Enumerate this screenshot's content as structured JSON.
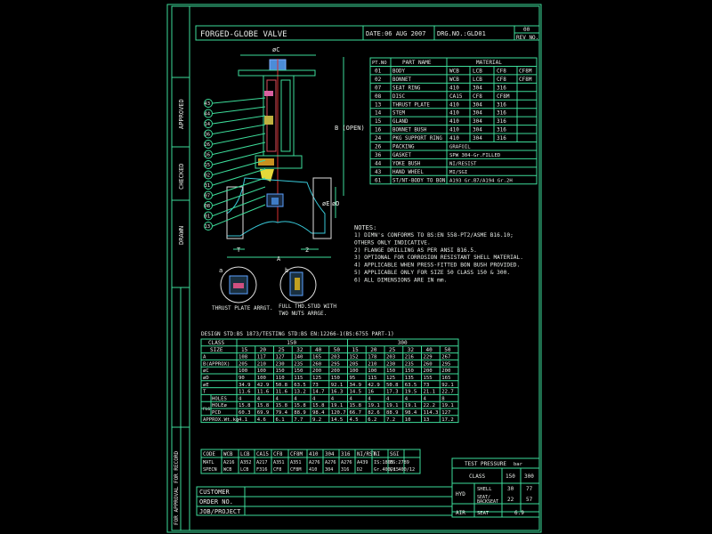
{
  "header": {
    "title": "FORGED-GLOBE VALVE",
    "date": "DATE:06 AUG 2007",
    "drg_no": "DRG.NO.:GLD01",
    "rev_label": "REV NO.",
    "rev_value": "00"
  },
  "left_strip": {
    "approved": "APPROVED",
    "checked": "CHECKED",
    "drawn": "DRAWN",
    "approval": "FOR APPROVAL FOR RECORD"
  },
  "dimensions": {
    "c": "øC",
    "b": "B\n(OPEN)",
    "e": "øE",
    "d": "øD",
    "t": "T",
    "two": "2",
    "a": "A"
  },
  "details": {
    "a_label": "a",
    "b_label": "b",
    "a_caption": "THRUST PLATE ARRGT.",
    "b_caption_1": "FULL THD.STUD WITH",
    "b_caption_2": "TWO NUTS ARRGE."
  },
  "callouts": [
    "43",
    "44",
    "14",
    "36",
    "26",
    "16",
    "15",
    "02",
    "31",
    "07",
    "08",
    "01",
    "13"
  ],
  "parts_table": {
    "headers": [
      "PT.NO",
      "PART NAME",
      "MATERIAL"
    ],
    "rows": [
      [
        "01",
        "BODY",
        "WCB",
        "LCB",
        "CF8",
        "CF8M"
      ],
      [
        "02",
        "BONNET",
        "WCB",
        "LCB",
        "CF8",
        "CF8M"
      ],
      [
        "07",
        "SEAT RING",
        "410",
        "304",
        "316",
        ""
      ],
      [
        "08",
        "DISC",
        "CA15",
        "CF8",
        "CF8M",
        ""
      ],
      [
        "13",
        "THRUST PLATE",
        "410",
        "304",
        "316",
        ""
      ],
      [
        "14",
        "STEM",
        "410",
        "304",
        "316",
        ""
      ],
      [
        "15",
        "GLAND",
        "410",
        "304",
        "316",
        ""
      ],
      [
        "16",
        "BONNET BUSH",
        "410",
        "304",
        "316",
        ""
      ],
      [
        "24",
        "PKG SUPPORT RING",
        "410",
        "304",
        "316",
        ""
      ],
      [
        "26",
        "PACKING",
        "GRAFOIL",
        "",
        "",
        ""
      ],
      [
        "36",
        "GASKET",
        "SPW 304-Gr.FILLED",
        "",
        "",
        ""
      ],
      [
        "44",
        "YOKE BUSH",
        "NI/RESIST",
        "",
        "",
        ""
      ],
      [
        "43",
        "HAND WHEEL",
        "MI/SGI",
        "",
        "",
        ""
      ],
      [
        "61",
        "ST/NT-BODY TO BON",
        "A193 Gr.B7/A194 Gr.2H",
        "",
        "",
        ""
      ]
    ]
  },
  "notes": {
    "title": "NOTES:",
    "items": [
      "1) DIMN's CONFORMS TO BS:EN 558-PT2/ASME B16.10;",
      "   OTHERS ONLY INDICATIVE.",
      "2) FLANGE DRILLING AS PER ANSI B16.5.",
      "3) OPTIONAL FOR CORROSION RESISTANT SHELL MATERIAL.",
      "4) APPLICABLE WHEN PRESS-FITTED BON BUSH PROVIDED.",
      "5) APPLICABLE ONLY FOR SIZE 50 CLASS 150 & 300.",
      "6) ALL DIMENSIONS ARE IN mm."
    ]
  },
  "design_std": "DESIGN STD:BS 1873/TESTING STD:BS EN:12266-1(BS:6755 PART-1)",
  "dim_table": {
    "class_label": "CLASS",
    "class_150": "150",
    "class_300": "300",
    "size_label": "SIZE",
    "sizes": [
      "15",
      "20",
      "25",
      "32",
      "40",
      "50",
      "15",
      "20",
      "25",
      "32",
      "40",
      "50"
    ],
    "rows": [
      {
        "label": "A",
        "values": [
          "108",
          "117",
          "127",
          "140",
          "165",
          "203",
          "152",
          "178",
          "203",
          "216",
          "229",
          "267"
        ]
      },
      {
        "label": "B(APPROX)",
        "values": [
          "205",
          "210",
          "230",
          "235",
          "260",
          "295",
          "205",
          "210",
          "230",
          "235",
          "260",
          "295"
        ]
      },
      {
        "label": "øC",
        "values": [
          "100",
          "100",
          "150",
          "150",
          "200",
          "200",
          "100",
          "100",
          "150",
          "150",
          "200",
          "200"
        ]
      },
      {
        "label": "øD",
        "values": [
          "90",
          "100",
          "110",
          "115",
          "125",
          "150",
          "95",
          "115",
          "125",
          "135",
          "155",
          "165"
        ]
      },
      {
        "label": "øE",
        "values": [
          "34.9",
          "42.9",
          "50.8",
          "63.5",
          "73",
          "92.1",
          "34.9",
          "42.9",
          "50.8",
          "63.5",
          "73",
          "92.1"
        ]
      },
      {
        "label": "T",
        "values": [
          "11.6",
          "11.6",
          "11.6",
          "13.2",
          "14.7",
          "16.3",
          "14.5",
          "16",
          "17.3",
          "19.5",
          "21.1",
          "22.7"
        ]
      },
      {
        "label": "HOLES",
        "values": [
          "4",
          "4",
          "4",
          "4",
          "4",
          "4",
          "4",
          "4",
          "4",
          "4",
          "4",
          "8"
        ]
      },
      {
        "label": "HOLEø",
        "values": [
          "15.8",
          "15.8",
          "15.8",
          "15.8",
          "15.8",
          "19.1",
          "15.8",
          "19.1",
          "19.1",
          "19.1",
          "22.2",
          "19.1"
        ]
      },
      {
        "label": "PCD",
        "values": [
          "60.3",
          "69.9",
          "79.4",
          "88.9",
          "98.4",
          "120.7",
          "66.7",
          "82.6",
          "88.9",
          "98.4",
          "114.3",
          "127"
        ]
      },
      {
        "label": "APPROX.Wt.kg",
        "values": [
          "4.1",
          "4.6",
          "6.1",
          "7.7",
          "9.2",
          "14.5",
          "4.5",
          "6.2",
          "7.2",
          "10",
          "13",
          "17.2"
        ]
      }
    ],
    "flg_label": "FLG"
  },
  "code_table": {
    "rows": [
      [
        "CODE",
        "WCB",
        "LCB",
        "CA15",
        "CF8",
        "CF8M",
        "410",
        "304",
        "316",
        "NI/RST",
        "NI",
        "SGI"
      ],
      [
        "MATL SPECN",
        "A216 WCB",
        "A352 LCB",
        "A217 F316",
        "A351 CF8",
        "A351 CF8M",
        "A276 410",
        "A276 304",
        "A276 316",
        "A439 D2",
        "IS:1865 Gr.400/15",
        "BS:2789 Gr.400/12"
      ]
    ]
  },
  "pressure_table": {
    "title": "TEST PRESSURE",
    "unit": "bar",
    "class_label": "CLASS",
    "c150": "150",
    "c300": "300",
    "hyd": "HYD",
    "shell": "SHELL",
    "shell_150": "30",
    "shell_300": "77",
    "seat": "SEAT/ BACKSEAT",
    "seat_150": "22",
    "seat_300": "57",
    "air": "AIR",
    "air_seat": "SEAT",
    "air_val": "6.9"
  },
  "customer": {
    "customer": "CUSTOMER",
    "order": "ORDER NO.",
    "job": "JOB/PROJECT"
  }
}
